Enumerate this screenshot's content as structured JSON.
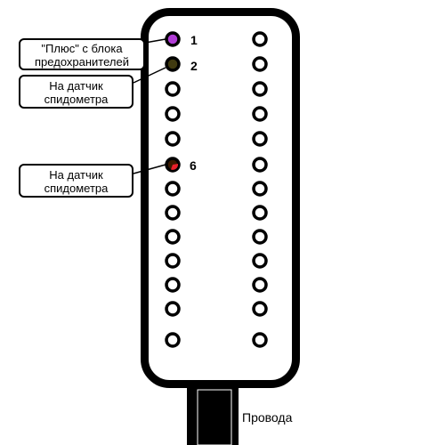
{
  "callouts": {
    "pin1": {
      "line1": "\"Плюс\" с блока",
      "line2": "предохранителей"
    },
    "pin2": {
      "line1": "На датчик",
      "line2": "спидометра"
    },
    "pin6": {
      "line1": "На датчик",
      "line2": "спидометра"
    }
  },
  "pin_numbers": {
    "pin1": "1",
    "pin2": "2",
    "pin6": "6"
  },
  "wires_label": "Провода",
  "pin_colors": {
    "pin1": "#b13dd6",
    "pin2": "#403a10",
    "pin6_main": "#3a1a00",
    "pin6_accent": "#e8202a",
    "default_fill": "#ffffff",
    "outline": "#000000"
  }
}
